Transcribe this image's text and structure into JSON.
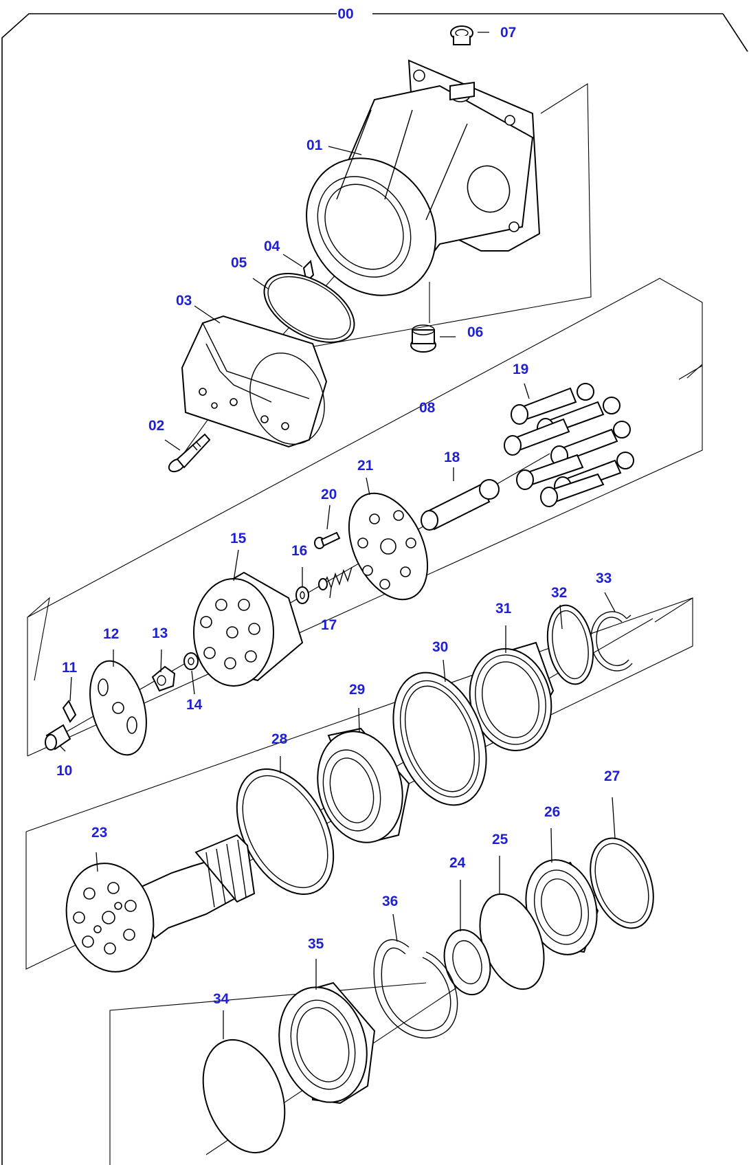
{
  "callouts": [
    {
      "id": "00",
      "name": "callout-00",
      "text": "00"
    },
    {
      "id": "07",
      "name": "callout-07",
      "text": "07"
    },
    {
      "id": "01",
      "name": "callout-01",
      "text": "01"
    },
    {
      "id": "04",
      "name": "callout-04",
      "text": "04"
    },
    {
      "id": "05",
      "name": "callout-05",
      "text": "05"
    },
    {
      "id": "03",
      "name": "callout-03",
      "text": "03"
    },
    {
      "id": "06",
      "name": "callout-06",
      "text": "06"
    },
    {
      "id": "02",
      "name": "callout-02",
      "text": "02"
    },
    {
      "id": "08",
      "name": "callout-08",
      "text": "08"
    },
    {
      "id": "19",
      "name": "callout-19",
      "text": "19"
    },
    {
      "id": "18",
      "name": "callout-18",
      "text": "18"
    },
    {
      "id": "21",
      "name": "callout-21",
      "text": "21"
    },
    {
      "id": "20",
      "name": "callout-20",
      "text": "20"
    },
    {
      "id": "15",
      "name": "callout-15",
      "text": "15"
    },
    {
      "id": "16",
      "name": "callout-16",
      "text": "16"
    },
    {
      "id": "17",
      "name": "callout-17",
      "text": "17"
    },
    {
      "id": "12",
      "name": "callout-12",
      "text": "12"
    },
    {
      "id": "13",
      "name": "callout-13",
      "text": "13"
    },
    {
      "id": "11",
      "name": "callout-11",
      "text": "11"
    },
    {
      "id": "14",
      "name": "callout-14",
      "text": "14"
    },
    {
      "id": "10",
      "name": "callout-10",
      "text": "10"
    },
    {
      "id": "33",
      "name": "callout-33",
      "text": "33"
    },
    {
      "id": "32",
      "name": "callout-32",
      "text": "32"
    },
    {
      "id": "31",
      "name": "callout-31",
      "text": "31"
    },
    {
      "id": "30",
      "name": "callout-30",
      "text": "30"
    },
    {
      "id": "29",
      "name": "callout-29",
      "text": "29"
    },
    {
      "id": "28",
      "name": "callout-28",
      "text": "28"
    },
    {
      "id": "27",
      "name": "callout-27",
      "text": "27"
    },
    {
      "id": "26",
      "name": "callout-26",
      "text": "26"
    },
    {
      "id": "25",
      "name": "callout-25",
      "text": "25"
    },
    {
      "id": "24",
      "name": "callout-24",
      "text": "24"
    },
    {
      "id": "23",
      "name": "callout-23",
      "text": "23"
    },
    {
      "id": "36",
      "name": "callout-36",
      "text": "36"
    },
    {
      "id": "35",
      "name": "callout-35",
      "text": "35"
    },
    {
      "id": "34",
      "name": "callout-34",
      "text": "34"
    }
  ],
  "colors": {
    "callout_text": "#1f1fd6",
    "line_art": "#000000",
    "background": "#ffffff"
  }
}
